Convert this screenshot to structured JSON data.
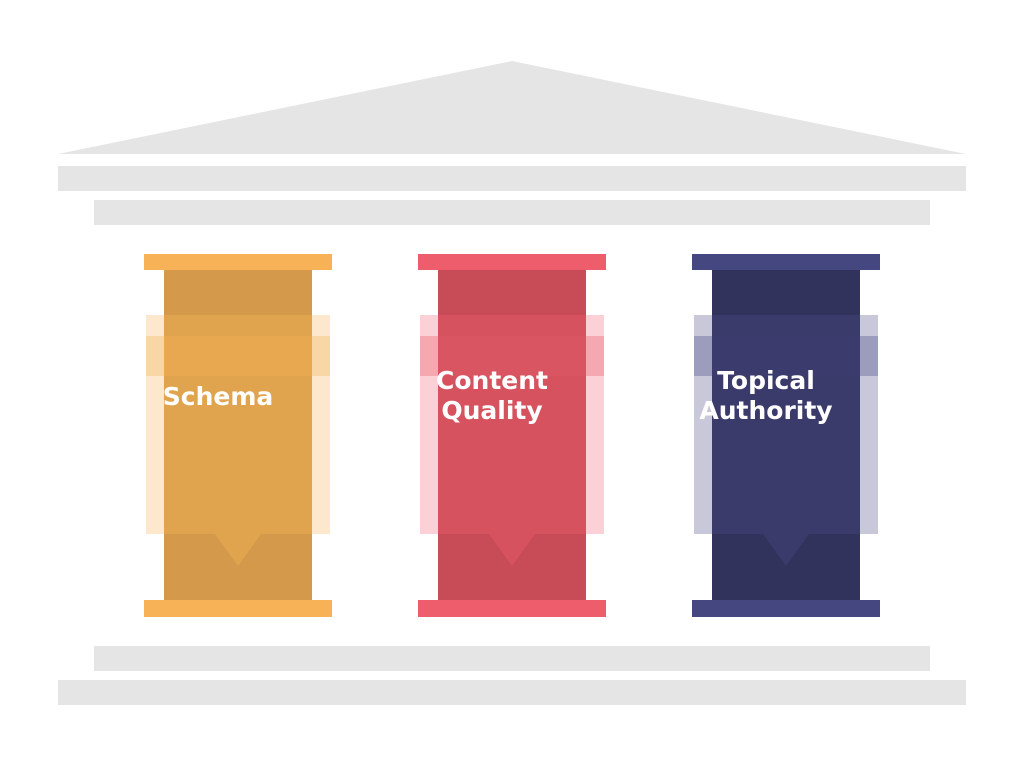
{
  "diagram": {
    "type": "temple-pillars",
    "stone_color": "#e5e5e5",
    "pillars": [
      {
        "id": "schema",
        "lines": [
          "Schema"
        ],
        "colors": {
          "cap": "#f7b257",
          "band_top": "#d4994b",
          "band_mid": "#e0a44f",
          "band_bright": "#e8a84f",
          "band_bottom": "#d4994b",
          "side": "#fde8cd",
          "side_band": "#f9d6a6",
          "notch": "#e0a44f"
        }
      },
      {
        "id": "content-quality",
        "lines": [
          "Content",
          "Quality"
        ],
        "colors": {
          "cap": "#ee5d6c",
          "band_top": "#c84b58",
          "band_mid": "#d6525f",
          "band_bright": "#da5562",
          "band_bottom": "#c84b58",
          "side": "#fbd0d6",
          "side_band": "#f5a8b0",
          "notch": "#d6525f"
        }
      },
      {
        "id": "topical-authority",
        "lines": [
          "Topical",
          "Authority"
        ],
        "colors": {
          "cap": "#454781",
          "band_top": "#31335c",
          "band_mid": "#3a3b6b",
          "band_bright": "#3b3c6d",
          "band_bottom": "#31335c",
          "side": "#c8c8da",
          "side_band": "#9c9dbd",
          "notch": "#3a3b6b"
        }
      }
    ]
  }
}
